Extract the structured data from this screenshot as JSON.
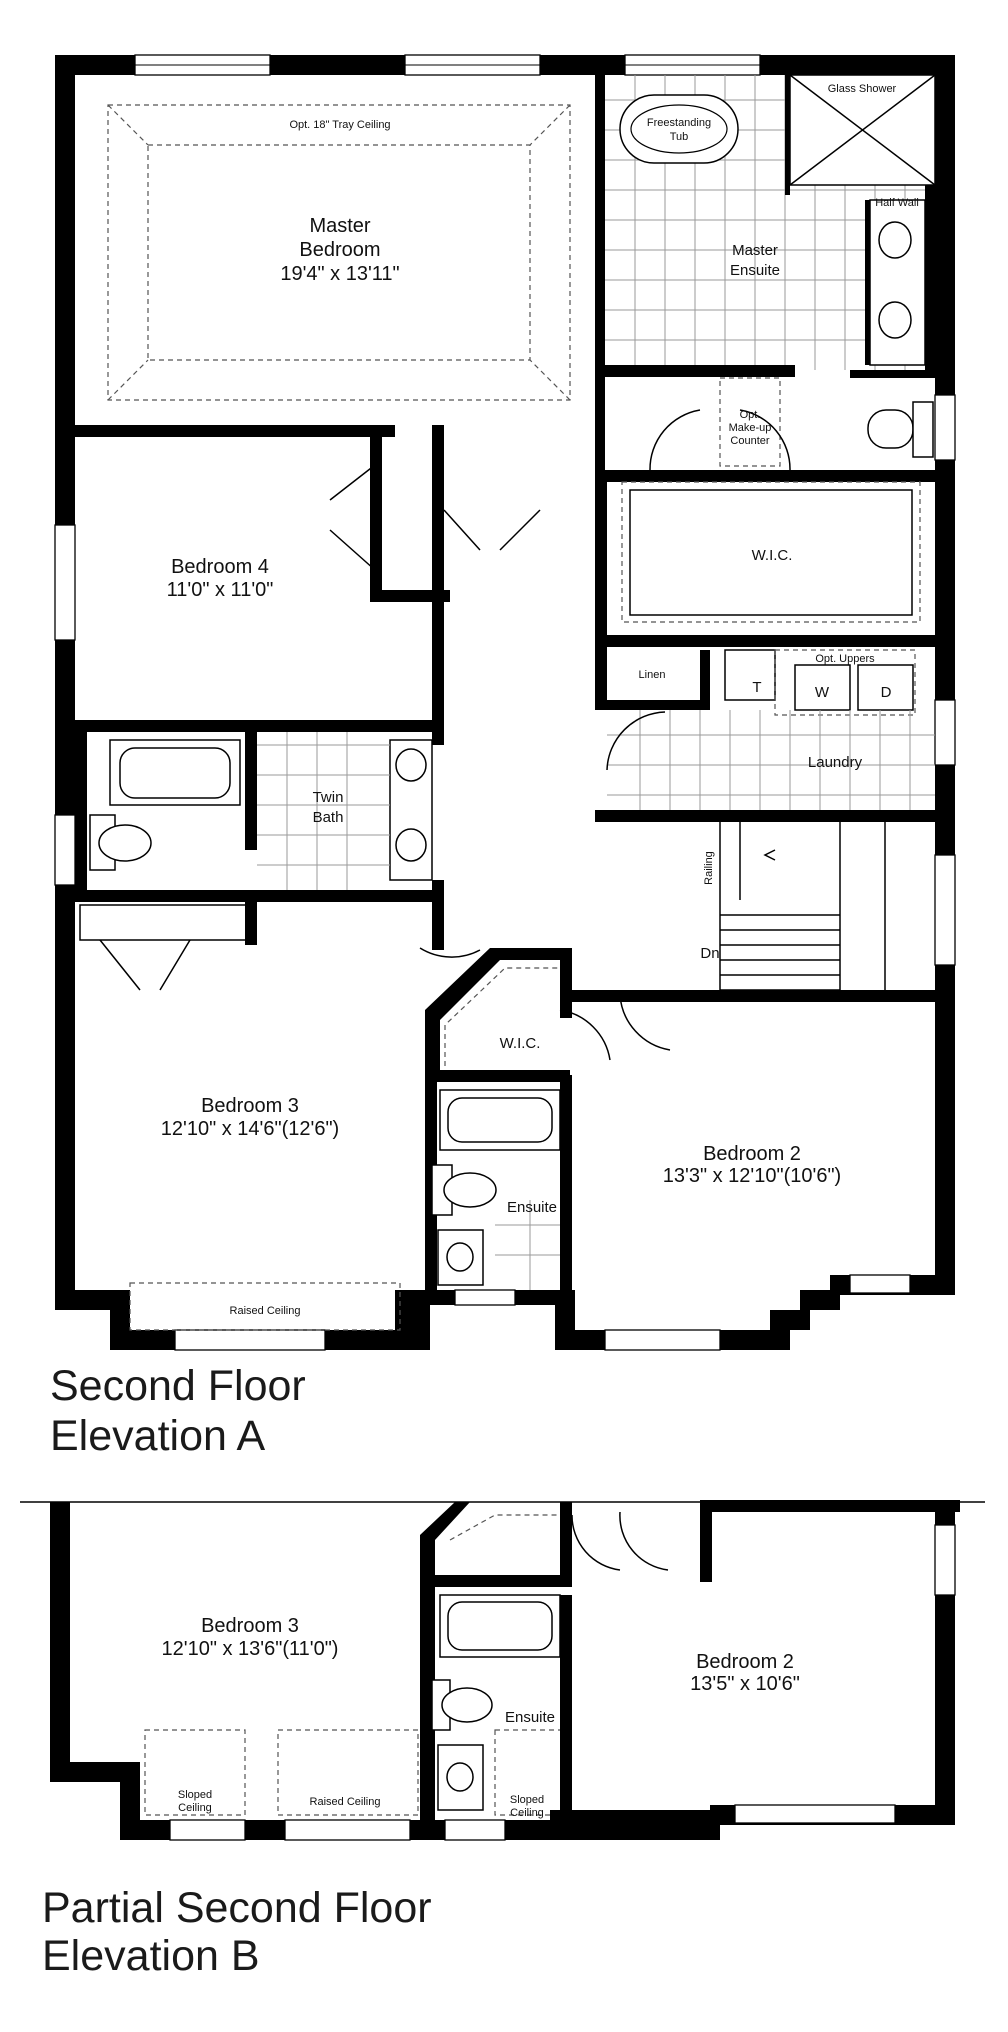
{
  "elevation_a": {
    "title_line1": "Second Floor",
    "title_line2": "Elevation A",
    "rooms": {
      "master_name1": "Master",
      "master_name2": "Bedroom",
      "master_dim": "19'4\" x 13'11\"",
      "tray_ceiling": "Opt. 18\" Tray Ceiling",
      "tub": "Freestanding",
      "tub2": "Tub",
      "glass_shower": "Glass Shower",
      "half_wall": "Half Wall",
      "ensuite1": "Master",
      "ensuite2": "Ensuite",
      "makeup1": "Opt.",
      "makeup2": "Make-up",
      "makeup3": "Counter",
      "wic": "W.I.C.",
      "bed4_name": "Bedroom 4",
      "bed4_dim": "11'0\" x 11'0\"",
      "linen": "Linen",
      "opt_uppers": "Opt. Uppers",
      "laundry": "Laundry",
      "t": "T",
      "w": "W",
      "d": "D",
      "twin1": "Twin",
      "twin2": "Bath",
      "railing": "Railing",
      "dn": "Dn",
      "bed3_name": "Bedroom 3",
      "bed3_dim": "12'10\" x 14'6\"(12'6\")",
      "wic2": "W.I.C.",
      "bed2_name": "Bedroom 2",
      "bed2_dim": "13'3\" x 12'10\"(10'6\")",
      "ensuite_small": "Ensuite",
      "raised": "Raised Ceiling"
    }
  },
  "elevation_b": {
    "title_line1": "Partial Second Floor",
    "title_line2": "Elevation B",
    "rooms": {
      "bed3_name": "Bedroom 3",
      "bed3_dim": "12'10\" x 13'6\"(11'0\")",
      "bed2_name": "Bedroom 2",
      "bed2_dim": "13'5\" x 10'6\"",
      "ensuite": "Ensuite",
      "sloped1": "Sloped",
      "sloped2": "Ceiling",
      "raised": "Raised Ceiling",
      "sloped3": "Sloped",
      "sloped4": "Ceiling"
    }
  }
}
